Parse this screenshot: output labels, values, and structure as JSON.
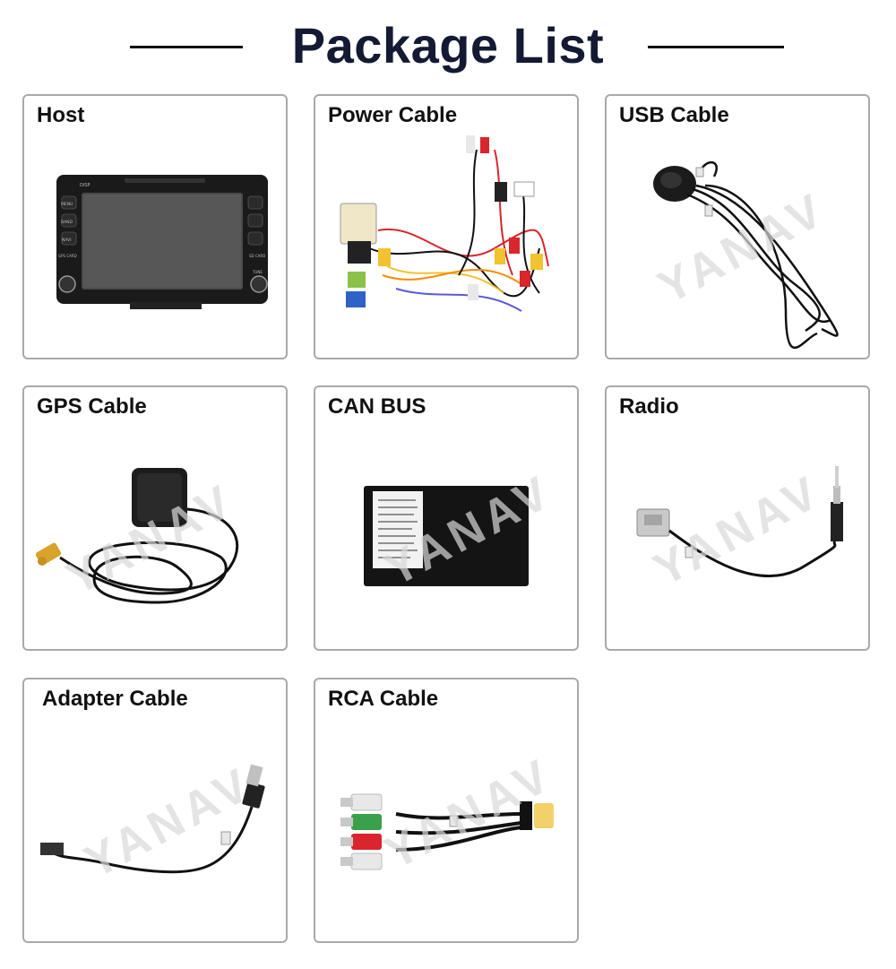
{
  "header": {
    "title": "Package List"
  },
  "watermark": "YANAV",
  "items": [
    {
      "label": "Host"
    },
    {
      "label": "Power Cable"
    },
    {
      "label": "USB Cable"
    },
    {
      "label": "GPS Cable"
    },
    {
      "label": "CAN BUS"
    },
    {
      "label": "Radio"
    },
    {
      "label": "Adapter Cable"
    },
    {
      "label": "RCA Cable"
    }
  ],
  "host_buttons": [
    "DISP",
    "MENU",
    "BAND",
    "NAVI",
    "GPS CARD",
    "SD CARD",
    "TUNE"
  ],
  "colors": {
    "title": "#141a33",
    "border": "#a9a9a9",
    "cable": "#111111",
    "rca_red": "#d8262c",
    "rca_white": "#e8e8e8",
    "rca_yellow": "#f2c230",
    "rca_green": "#3aa14a"
  }
}
